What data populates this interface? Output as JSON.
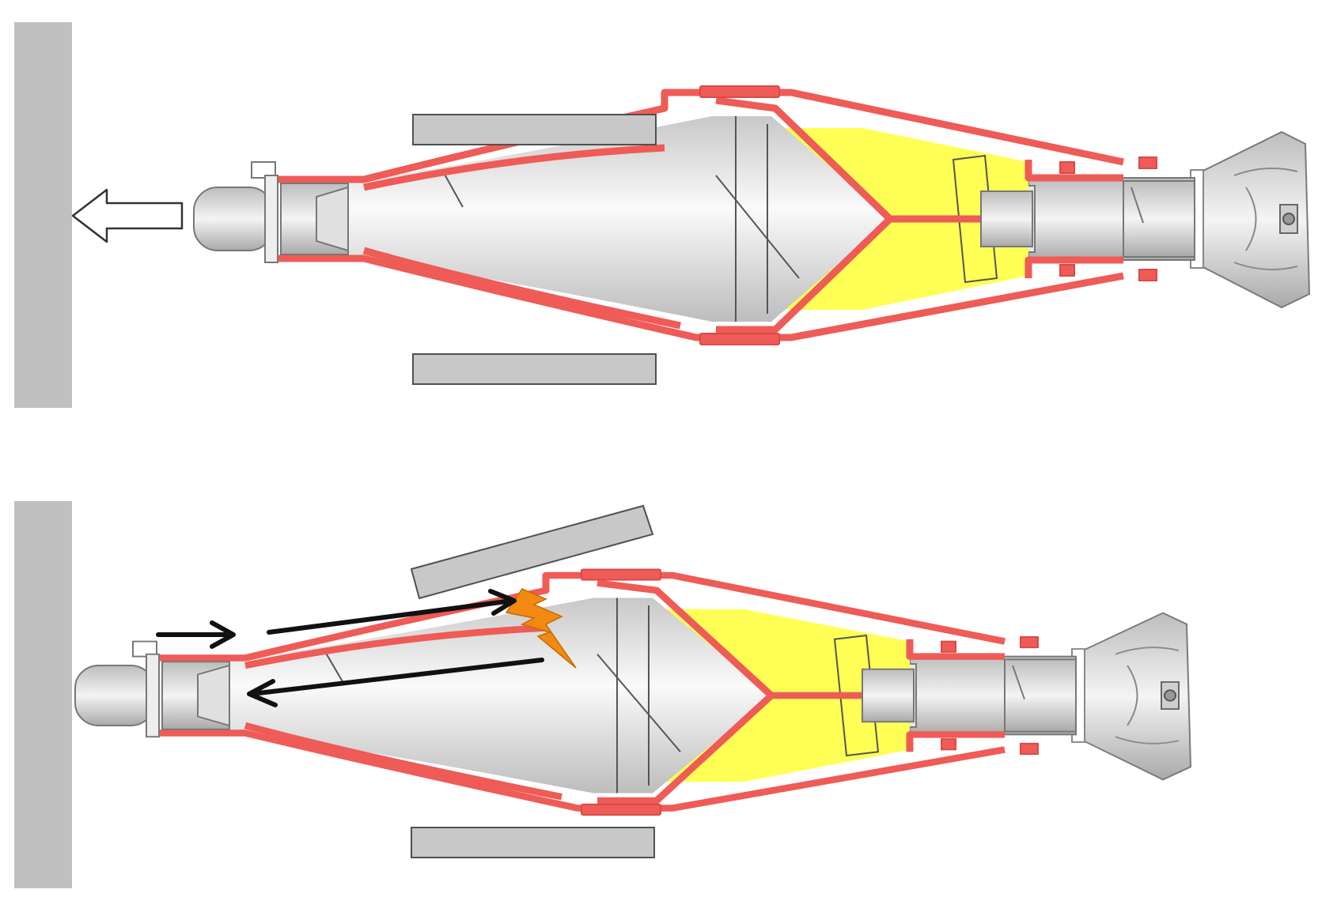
{
  "colors": {
    "background": "#ffffff",
    "shell": "#ef5b57",
    "fill": "#ffff55",
    "wall": "#c0c0c0",
    "rail": "#c8c8c8",
    "outline": "#505050",
    "arrow": "#111111",
    "spark": "#f28a12",
    "body": "#e6e6e6"
  },
  "panels": [
    {
      "state": "before-impact",
      "motion_arrow": "left",
      "rails": "parallel",
      "interaction_arrows": false
    },
    {
      "state": "at-impact",
      "motion_arrow": "none",
      "rails": "upper-tilted",
      "interaction_arrows": true,
      "icon": "lightning-bolt-icon"
    }
  ]
}
